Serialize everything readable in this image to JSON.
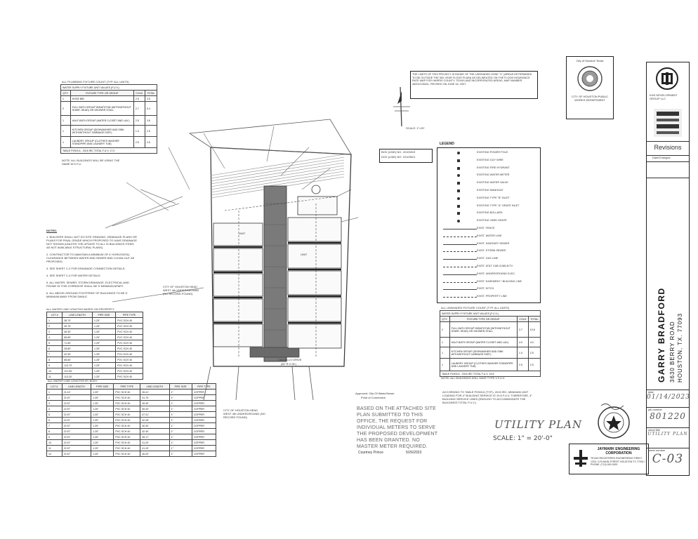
{
  "plumbing_table_top": {
    "title": "ALL PLUMBING FIXTURE COUNT (TYP. ALL UNITS)",
    "subtitle": "WATER SUPPLY FIXTURE UNIT VALUES (F.U.V.)",
    "headers": [
      "QTY.",
      "FIXTURE TYPE OR GROUP",
      "COLD",
      "TOTAL"
    ],
    "rows": [
      [
        "1",
        "HOSE BIB",
        "2.5",
        "2.5"
      ],
      [
        "2",
        "FULL BATH GROUP W/BATHTUB (WITH/WITHOUT SHWR. HEAD) OR SHOWER STALL",
        "2.7",
        "5.4"
      ],
      [
        "1",
        "HALF-BATH GROUP (WATER CLOSET AND LAV.)",
        "2.5",
        "3.8"
      ],
      [
        "1",
        "KITCHEN GROUP (DISHWASHER AND SINK WITH/WITHOUT GARBAGE DISP.)",
        "1.0",
        "2.5"
      ],
      [
        "1",
        "LAUNDRY GROUP (CLOTHES WASHER STANDPIPE AND LAUNDRY TUB)",
        "2.5",
        "2.5"
      ]
    ],
    "total": "TABLE P2903.6 - 2015 IRC TOTAL F.U.V. 17.0",
    "note": "NOTE: ALL BUILDINGS WILL BE USING THE SAME W.S.F.U."
  },
  "flood_note": "THE LIMITS OF THIS PROJECT IS INSIDE OF THE UNSHADED ZONE \"X\" (AREAS DETERMINED TO BE OUTSIDE THE 500-YEAR FLOOD PLAIN) AS DELINEATED ON THE FLOOD INSURANCE RATE MAP FOR HARRIS COUNTY, TEXAS AND INCORPORATED AREAS, MAP NUMBER 48201C0460L, REVISED ON JUNE 18, 2007.",
  "scale_small": "SCALE: 1\"=20'",
  "box_refs": [
    "BOX (LINE) NO. 22103019",
    "DOX (LINE) NO. 22103021"
  ],
  "notes": {
    "title": "NOTES:",
    "items": [
      "1. BUILDERS SHALL NOT DO SITE GRADING, DRAINAGE PLANS OR PLANS FOR FINAL GRADE WHICH PROPOSED TO HAVE DRAINAGE NOT SHOWN (UNLESS THE UPDATE TO ALL IS BUILDINGS ITEMS AS NOT AVAILABLE STRUCTURAL PLANS).",
      "2. CONTRACTOR TO MAINTAIN A MINIMUM OF 4' HORIZONTAL CLEARANCE BETWEEN WATER AND SEWER AND CLEAN-OUT AS PROPOSED.",
      "3. SEE SHEET C-2 FOR DRAINAGE CONNECTION DETAILS.",
      "4. SEE SHEET C-4 FOR WATER DETAILS.",
      "5. ALL WATER, SEWER, STORM DRAINAGE, ELECTRICAL AND PHONE IN THIS CORRIDOR SHALL BE 5' MINIMUM APART.",
      "6. ALL ABOVE-GROUND FOOTPRINT OF BUILDINGS TO BE 5' MINIMUM AWAY FROM SWALE."
    ]
  },
  "water_line_table_1": {
    "title": "ALL WATER LINE LENGTHS BASED ON PROPERTY",
    "headers": [
      "LOT #",
      "LINE LENGTH",
      "PIPE SIZE",
      "PIPE TYPE"
    ],
    "rows": [
      [
        "1",
        "38.70'",
        "1.25\"",
        "PVC SCH 40"
      ],
      [
        "2",
        "39.75'",
        "1.25\"",
        "PVC SCH 40"
      ],
      [
        "3",
        "45.30'",
        "1.25\"",
        "PVC SCH 40"
      ],
      [
        "4",
        "65.80'",
        "1.25\"",
        "PVC SCH 40"
      ],
      [
        "5",
        "71.50'",
        "1.25\"",
        "PVC SCH 40"
      ],
      [
        "6",
        "28.80'",
        "1.25\"",
        "PVC SCH 40"
      ],
      [
        "7",
        "42.30'",
        "1.25\"",
        "PVC SCH 40"
      ],
      [
        "8",
        "85.60'",
        "1.25\"",
        "PVC SCH 40"
      ],
      [
        "9",
        "113.70'",
        "1.25\"",
        "PVC SCH 40"
      ],
      [
        "10",
        "121.50'",
        "1.25\"",
        "PVC SCH 40"
      ],
      [
        "11",
        "113.20'",
        "1.25\"",
        "PVC SCH 40"
      ]
    ]
  },
  "water_line_table_2": {
    "title": "ALL WATER LINE LENGTHS BY BODY",
    "headers": [
      "LOT #",
      "LINE LENGTH",
      "PIPE SIZE",
      "PIPE TYPE",
      "LINE LENGTH",
      "PIPE SIZE",
      "PIPE TYPE"
    ],
    "rows": [
      [
        "1",
        "21.10'",
        "1.25\"",
        "PVC SCH 40",
        "26.41'",
        "1\"",
        "COPPER"
      ],
      [
        "2",
        "22.57'",
        "1.25\"",
        "PVC SCH 40",
        "31.70'",
        "1\"",
        "COPPER"
      ],
      [
        "3",
        "22.57'",
        "1.25\"",
        "PVC SCH 40",
        "45.30'",
        "1\"",
        "COPPER"
      ],
      [
        "4",
        "22.57'",
        "1.25\"",
        "PVC SCH 40",
        "45.33'",
        "1\"",
        "COPPER"
      ],
      [
        "5",
        "22.57'",
        "1.25\"",
        "PVC SCH 40",
        "47.31'",
        "1\"",
        "COPPER"
      ],
      [
        "6",
        "22.57'",
        "1.25\"",
        "PVC SCH 40",
        "42.28'",
        "1\"",
        "COPPER"
      ],
      [
        "7",
        "22.57'",
        "1.25\"",
        "PVC SCH 40",
        "40.40'",
        "1\"",
        "COPPER"
      ],
      [
        "8",
        "22.57'",
        "1.25\"",
        "PVC SCH 40",
        "42.40'",
        "1\"",
        "COPPER"
      ],
      [
        "9",
        "22.57'",
        "1.25\"",
        "PVC SCH 40",
        "45.17'",
        "1\"",
        "COPPER"
      ],
      [
        "10",
        "22.57'",
        "1.25\"",
        "PVC SCH 40",
        "41.20'",
        "1\"",
        "COPPER"
      ],
      [
        "11",
        "22.57'",
        "1.25\"",
        "PVC SCH 40",
        "41.20'",
        "1\"",
        "COPPER"
      ],
      [
        "12",
        "22.57'",
        "1.25\"",
        "PVC SCH 40",
        "45.20'",
        "1\"",
        "COPPER"
      ]
    ]
  },
  "legend": {
    "title": "LEGEND",
    "items": [
      "EXISTING POWER POLE",
      "EXISTING GUY WIRE",
      "EXISTING FIRE HYDRANT",
      "EXISTING WATER METER",
      "EXISTING WATER VALVE",
      "EXISTING MANHOLE",
      "EXISTING TYPE \"B\" INLET",
      "EXISTING TYPE \"A\" GRATE INLET",
      "EXISTING BOLLARD",
      "EXISTING YARD GRATE",
      "EXIST. FENCE",
      "EXIST. WATER LINE",
      "EXIST. SANITARY SEWER",
      "EXIST. STORM SEWER",
      "EXIST. GAS LINE",
      "EXIST. AT&T CAB./CABLE/TV",
      "EXIST. UNDERGROUND ELEC.",
      "EXIST. EASEMENT / BUILDING LINE",
      "EXIST. DITCH",
      "EXIST. PROPERTY LINE"
    ]
  },
  "plumbing_table_right": {
    "title": "ALL UNSHADED FIXTURE COUNT (TYP. ALL UNITS)",
    "subtitle": "WATER SUPPLY FIXTURE UNIT VALUES (F.U.V.)",
    "headers": [
      "QTY.",
      "FIXTURE TYPE OR GROUP",
      "COLD",
      "TOTAL"
    ],
    "rows": [
      [
        "2",
        "FULL BATH GROUP W/BATHTUB (WITH/WITHOUT SHWR. HEAD) OR SHOWER STALL",
        "2.7",
        "10.8"
      ],
      [
        "1",
        "HALF-BATH GROUP (WATER CLOSET AND LAV.)",
        "4.0",
        "4.0"
      ],
      [
        "1",
        "KITCHEN GROUP (DISHWASHER AND SINK WITH/WITHOUT GARBAGE DISP.)",
        "1.0",
        "2.5"
      ],
      [
        "1",
        "LAUNDRY GROUP (CLOTHES WASHER STANDPIPE AND LAUNDRY TUB)",
        "2.5",
        "2.5"
      ]
    ],
    "total": "TABLE P2903.6 - 2015 IRC TOTAL F.U.V. 19.8",
    "note": "NOTE: ALL BUILDINGS WILL HAVE TYPE 3 F.U.V."
  },
  "meter_note": "ACCORDING TO TABLE P2903.6 (TYP.), 2015 IRC, MINIMUM UNIT LOADING FOR 4\" BUILDING SERVICE IS 19.8 F.U.V. THEREFORE, 4\" BUILDING SERVICE LINES (ENOUGH TO ACCOMMODATE THE BUILDINGS TOTAL F.U.V.)",
  "approval": {
    "line1": "Approved: City Of Water/Sewer",
    "line2": "Point of Connection",
    "stamp_text": "BASED ON THE ATTACHED SITE PLAN SUBMITTED TO THIS OFFICE, THE REQUEST FOR INDIVIDUAL METERS TO SERVE THE PROPOSED DEVELOPMENT HAS BEEN GRANTED. NO MASTER METER REQUIRED.",
    "signer": "Courtney Prince",
    "date": "5/26/2023"
  },
  "sheet_title": "UTILITY PLAN",
  "sheet_scale": "SCALE: 1\" = 20'-0\"",
  "city_stamp": {
    "title": "City of Houston Texas",
    "text": "CITY OF HOUSTON PUBLIC WORKS DEPARTMENT"
  },
  "engineer": {
    "name": "JAYMARK ENGINEERING CORPORATION",
    "details": "TEXAS REGISTERED ENGINEERING FIRM F-1234 / 123 MAIN STREET HOUSTON TX 77000 / PHONE: (713) 000-0000"
  },
  "title_block": {
    "company": "KHS DEVELOPMENT GROUP LLC",
    "revisions_label": "Revisions",
    "revisions_header": "Date/Changes",
    "project": "GARRY BRADFORD",
    "address1": "3630 BERRY ROAD",
    "address2": "HOUSTON, TX. 77093",
    "date_label": "date",
    "date": "01/14/2023",
    "job_label": "job number",
    "job": "801220",
    "sheet_label": "sheet title",
    "sheet_title": "UTILITY PLAN",
    "sheet_no_label": "sheet number",
    "sheet_no": "C-03"
  },
  "site_labels": {
    "street": "CALVALLO DRIVE",
    "street_note": "(60' R.O.W.)",
    "city_note_left": "CITY OF HOUSTON HEAD WEST 4th UNDERGROUND (NO RECORD FOUND)",
    "city_note_bottom": "CITY OF HOUSTON HEAD WEST 4th UNDERGROUND (NO RECORD FOUND)",
    "unit_label": "UNIT"
  }
}
